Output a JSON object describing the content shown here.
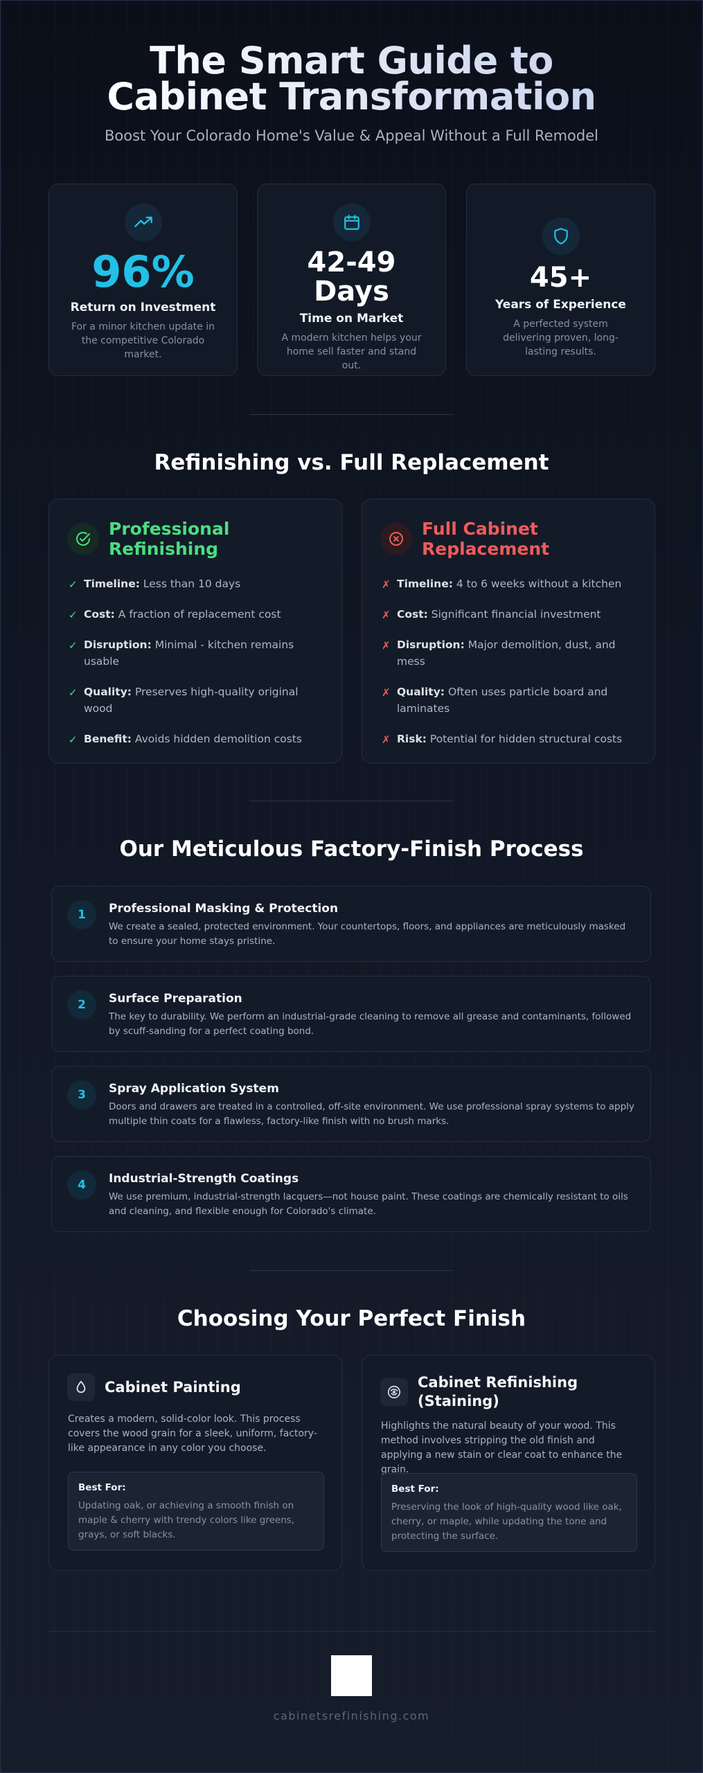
{
  "hero": {
    "title": "The Smart Guide to Cabinet Transformation",
    "subtitle": "Boost Your Colorado Home's Value & Appeal Without a Full Remodel"
  },
  "stats": [
    {
      "icon": "trending-up-icon",
      "value": "96%",
      "label": "Return on Investment",
      "desc": "For a minor kitchen update in the competitive Colorado market."
    },
    {
      "icon": "calendar-icon",
      "value": "42-49 Days",
      "label": "Time on Market",
      "desc": "A modern kitchen helps your home sell faster and stand out."
    },
    {
      "icon": "shield-icon",
      "value": "45+",
      "label": "Years of Experience",
      "desc": "A perfected system delivering proven, long-lasting results."
    }
  ],
  "comparison": {
    "title": "Refinishing vs. Full Replacement",
    "refinishing": {
      "title": "Professional Refinishing",
      "color": "#4ade80",
      "items": [
        {
          "label": "Timeline:",
          "text": " Less than 10 days"
        },
        {
          "label": "Cost:",
          "text": " A fraction of replacement cost"
        },
        {
          "label": "Disruption:",
          "text": " Minimal - kitchen remains usable"
        },
        {
          "label": "Quality:",
          "text": " Preserves high-quality original wood"
        },
        {
          "label": "Benefit:",
          "text": " Avoids hidden demolition costs"
        }
      ]
    },
    "replacement": {
      "title": "Full Cabinet Replacement",
      "color": "#ef5b5b",
      "items": [
        {
          "label": "Timeline:",
          "text": " 4 to 6 weeks without a kitchen"
        },
        {
          "label": "Cost:",
          "text": " Significant financial investment"
        },
        {
          "label": "Disruption:",
          "text": " Major demolition, dust, and mess"
        },
        {
          "label": "Quality:",
          "text": " Often uses particle board and laminates"
        },
        {
          "label": "Risk:",
          "text": " Potential for hidden structural costs"
        }
      ]
    }
  },
  "process": {
    "title": "Our Meticulous Factory-Finish Process",
    "steps": [
      {
        "num": "1",
        "title": "Professional Masking & Protection",
        "text": "We create a sealed, protected environment. Your countertops, floors, and appliances are meticulously masked to ensure your home stays pristine."
      },
      {
        "num": "2",
        "title": "Surface Preparation",
        "text": "The key to durability. We perform an industrial-grade cleaning to remove all grease and contaminants, followed by scuff-sanding for a perfect coating bond."
      },
      {
        "num": "3",
        "title": "Spray Application System",
        "text": "Doors and drawers are treated in a controlled, off-site environment. We use professional spray systems to apply multiple thin coats for a flawless, factory-like finish with no brush marks."
      },
      {
        "num": "4",
        "title": "Industrial-Strength Coatings",
        "text": "We use premium, industrial-strength lacquers—not house paint. These coatings are chemically resistant to oils and cleaning, and flexible enough for Colorado's climate."
      }
    ]
  },
  "finish": {
    "title": "Choosing Your Perfect Finish",
    "painting": {
      "icon": "paint-drop-icon",
      "title": "Cabinet Painting",
      "desc": "Creates a modern, solid-color look. This process covers the wood grain for a sleek, uniform, factory-like appearance in any color you choose.",
      "best_label": "Best For:",
      "best_text": "Updating oak, or achieving a smooth finish on maple & cherry with trendy colors like greens, grays, or soft blacks."
    },
    "staining": {
      "icon": "wood-grain-icon",
      "title": "Cabinet Refinishing (Staining)",
      "desc": "Highlights the natural beauty of your wood. This method involves stripping the old finish and applying a new stain or clear coat to enhance the grain.",
      "best_label": "Best For:",
      "best_text": "Preserving the look of high-quality wood like oak, cherry, or maple, while updating the tone and protecting the surface."
    }
  },
  "footer": {
    "site": "cabinetsrefinishing.com"
  },
  "colors": {
    "accent": "#22c0e6",
    "success": "#4ade80",
    "danger": "#ef5b5b"
  }
}
